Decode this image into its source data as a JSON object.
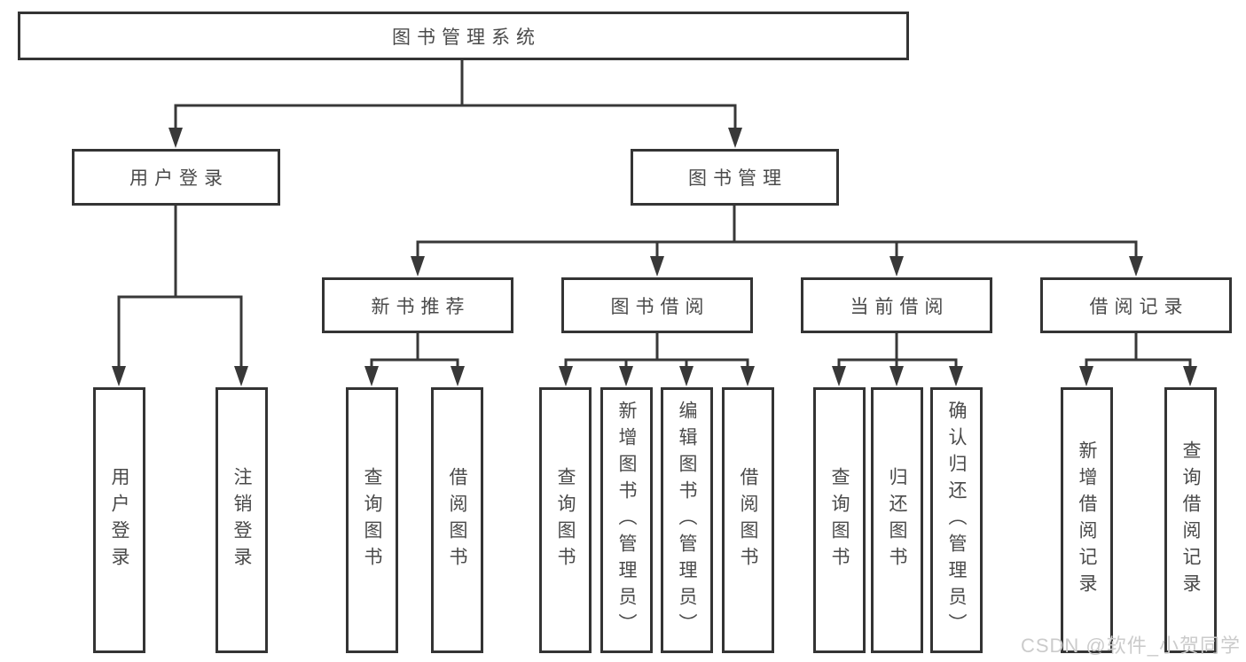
{
  "tree": {
    "root": "图书管理系统",
    "branches": [
      {
        "label": "用户登录",
        "children": [
          "用户登录",
          "注销登录"
        ]
      },
      {
        "label": "图书管理",
        "groups": [
          {
            "label": "新书推荐",
            "children": [
              "查询图书",
              "借阅图书"
            ]
          },
          {
            "label": "图书借阅",
            "children": [
              "查询图书",
              "新增图书（管理员）",
              "编辑图书（管理员）",
              "借阅图书"
            ]
          },
          {
            "label": "当前借阅",
            "children": [
              "查询图书",
              "归还图书",
              "确认归还（管理员）"
            ]
          },
          {
            "label": "借阅记录",
            "children": [
              "新增借阅记录",
              "查询借阅记录"
            ]
          }
        ]
      }
    ]
  },
  "watermark": {
    "text": "CSDN @软件_小贺同学"
  },
  "colors": {
    "line": "#383838",
    "box_border": "#343434",
    "text": "#4a4a4a",
    "watermark": "#cbcbcb",
    "background": "#ffffff"
  }
}
